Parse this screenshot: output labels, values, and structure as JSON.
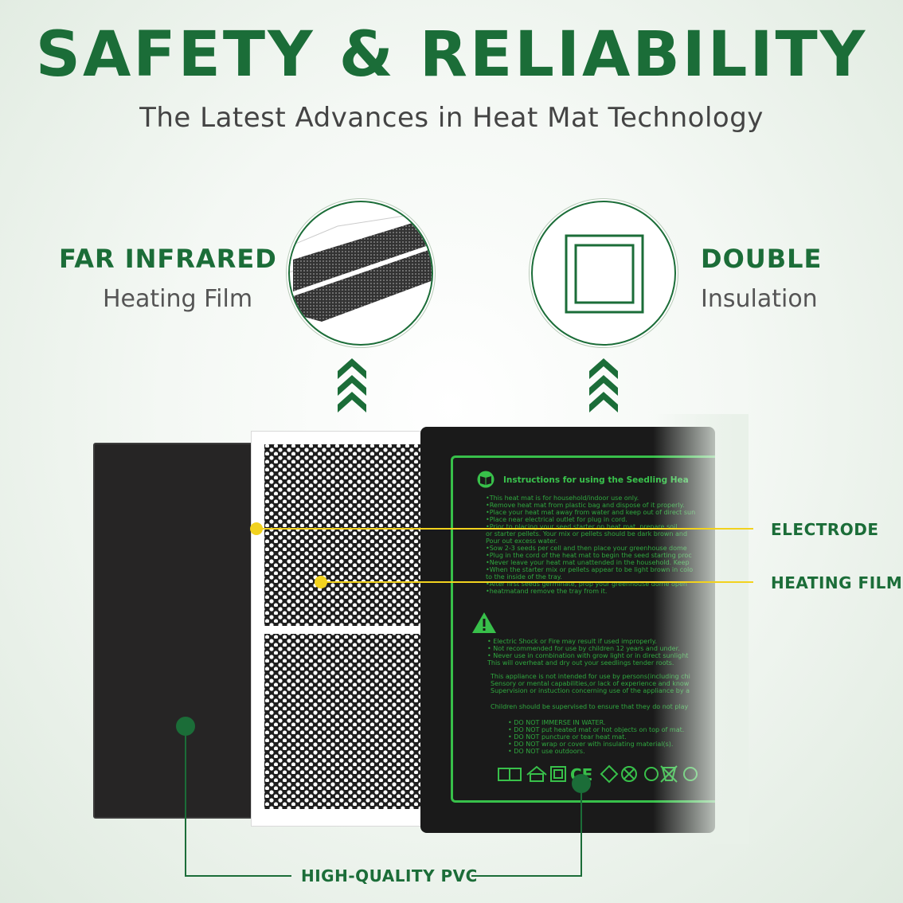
{
  "header": {
    "title": "SAFETY & RELIABILITY",
    "subtitle": "The Latest Advances in Heat Mat Technology"
  },
  "features": {
    "left": {
      "heading": "FAR INFRARED",
      "sub": "Heating Film",
      "icon": "heating-film-icon"
    },
    "right": {
      "heading": "DOUBLE",
      "sub": "Insulation",
      "icon": "double-square-icon"
    }
  },
  "callouts": {
    "electrode": "ELECTRODE",
    "heating_film": "HEATING FILM",
    "pvc": "HIGH-QUALITY PVC"
  },
  "mat": {
    "instructions_title": "Instructions for using the Seedling Hea",
    "instructions": [
      "•This heat mat is for household/indoor use only.",
      "•Remove heat mat from plastic bag and dispose of it properly.",
      "•Place your heat mat away from water and keep out of direct sun",
      "•Place near electrical outlet for plug in cord.",
      "•Prior to placing your seed starter on heat mat, prepare soil",
      "  or starter pellets. Your mix or pellets should be dark brown and",
      "  Pour out excess water.",
      "•Sow 2-3 seeds per cell and then place your greenhouse dome",
      "•Plug in the cord of the heat mat to begin the seed starting proc",
      "•Never leave your heat mat unattended in the household. Keep",
      "•When the starter mix or pellets appear to be light brown in colo",
      "  to the inside of the tray.",
      "•After first seeds germinate, prop your greenhouse dome open",
      "•heatmatand remove the tray from it."
    ],
    "warnings": [
      "• Electric Shock or Fire may result if used improperly.",
      "• Not recommended for use by children 12 years and under.",
      "• Never use in combination with grow light or in direct sunlight",
      "  This will overheat and dry out your seedlings tender roots."
    ],
    "appliance": [
      "This appliance is not intended for use by persons(including chi",
      "Sensory or mental capabilities,or lack of experience and know",
      "Supervision or instuction concerning use of the appliance by a"
    ],
    "children": "Children should be supervised to ensure that they do not play",
    "donots": [
      "• DO NOT IMMERSE IN WATER.",
      "• DO NOT put heated mat or hot objects on top of mat.",
      "• DO NOT puncture or tear heat mat.",
      "• DO NOT wrap or cover with insulating material(s).",
      "• DO NOT use outdoors."
    ],
    "marks": "CE"
  },
  "colors": {
    "brand_green": "#1b6d38",
    "accent_yellow": "#f2d21e",
    "mat_green": "#38c04a"
  }
}
